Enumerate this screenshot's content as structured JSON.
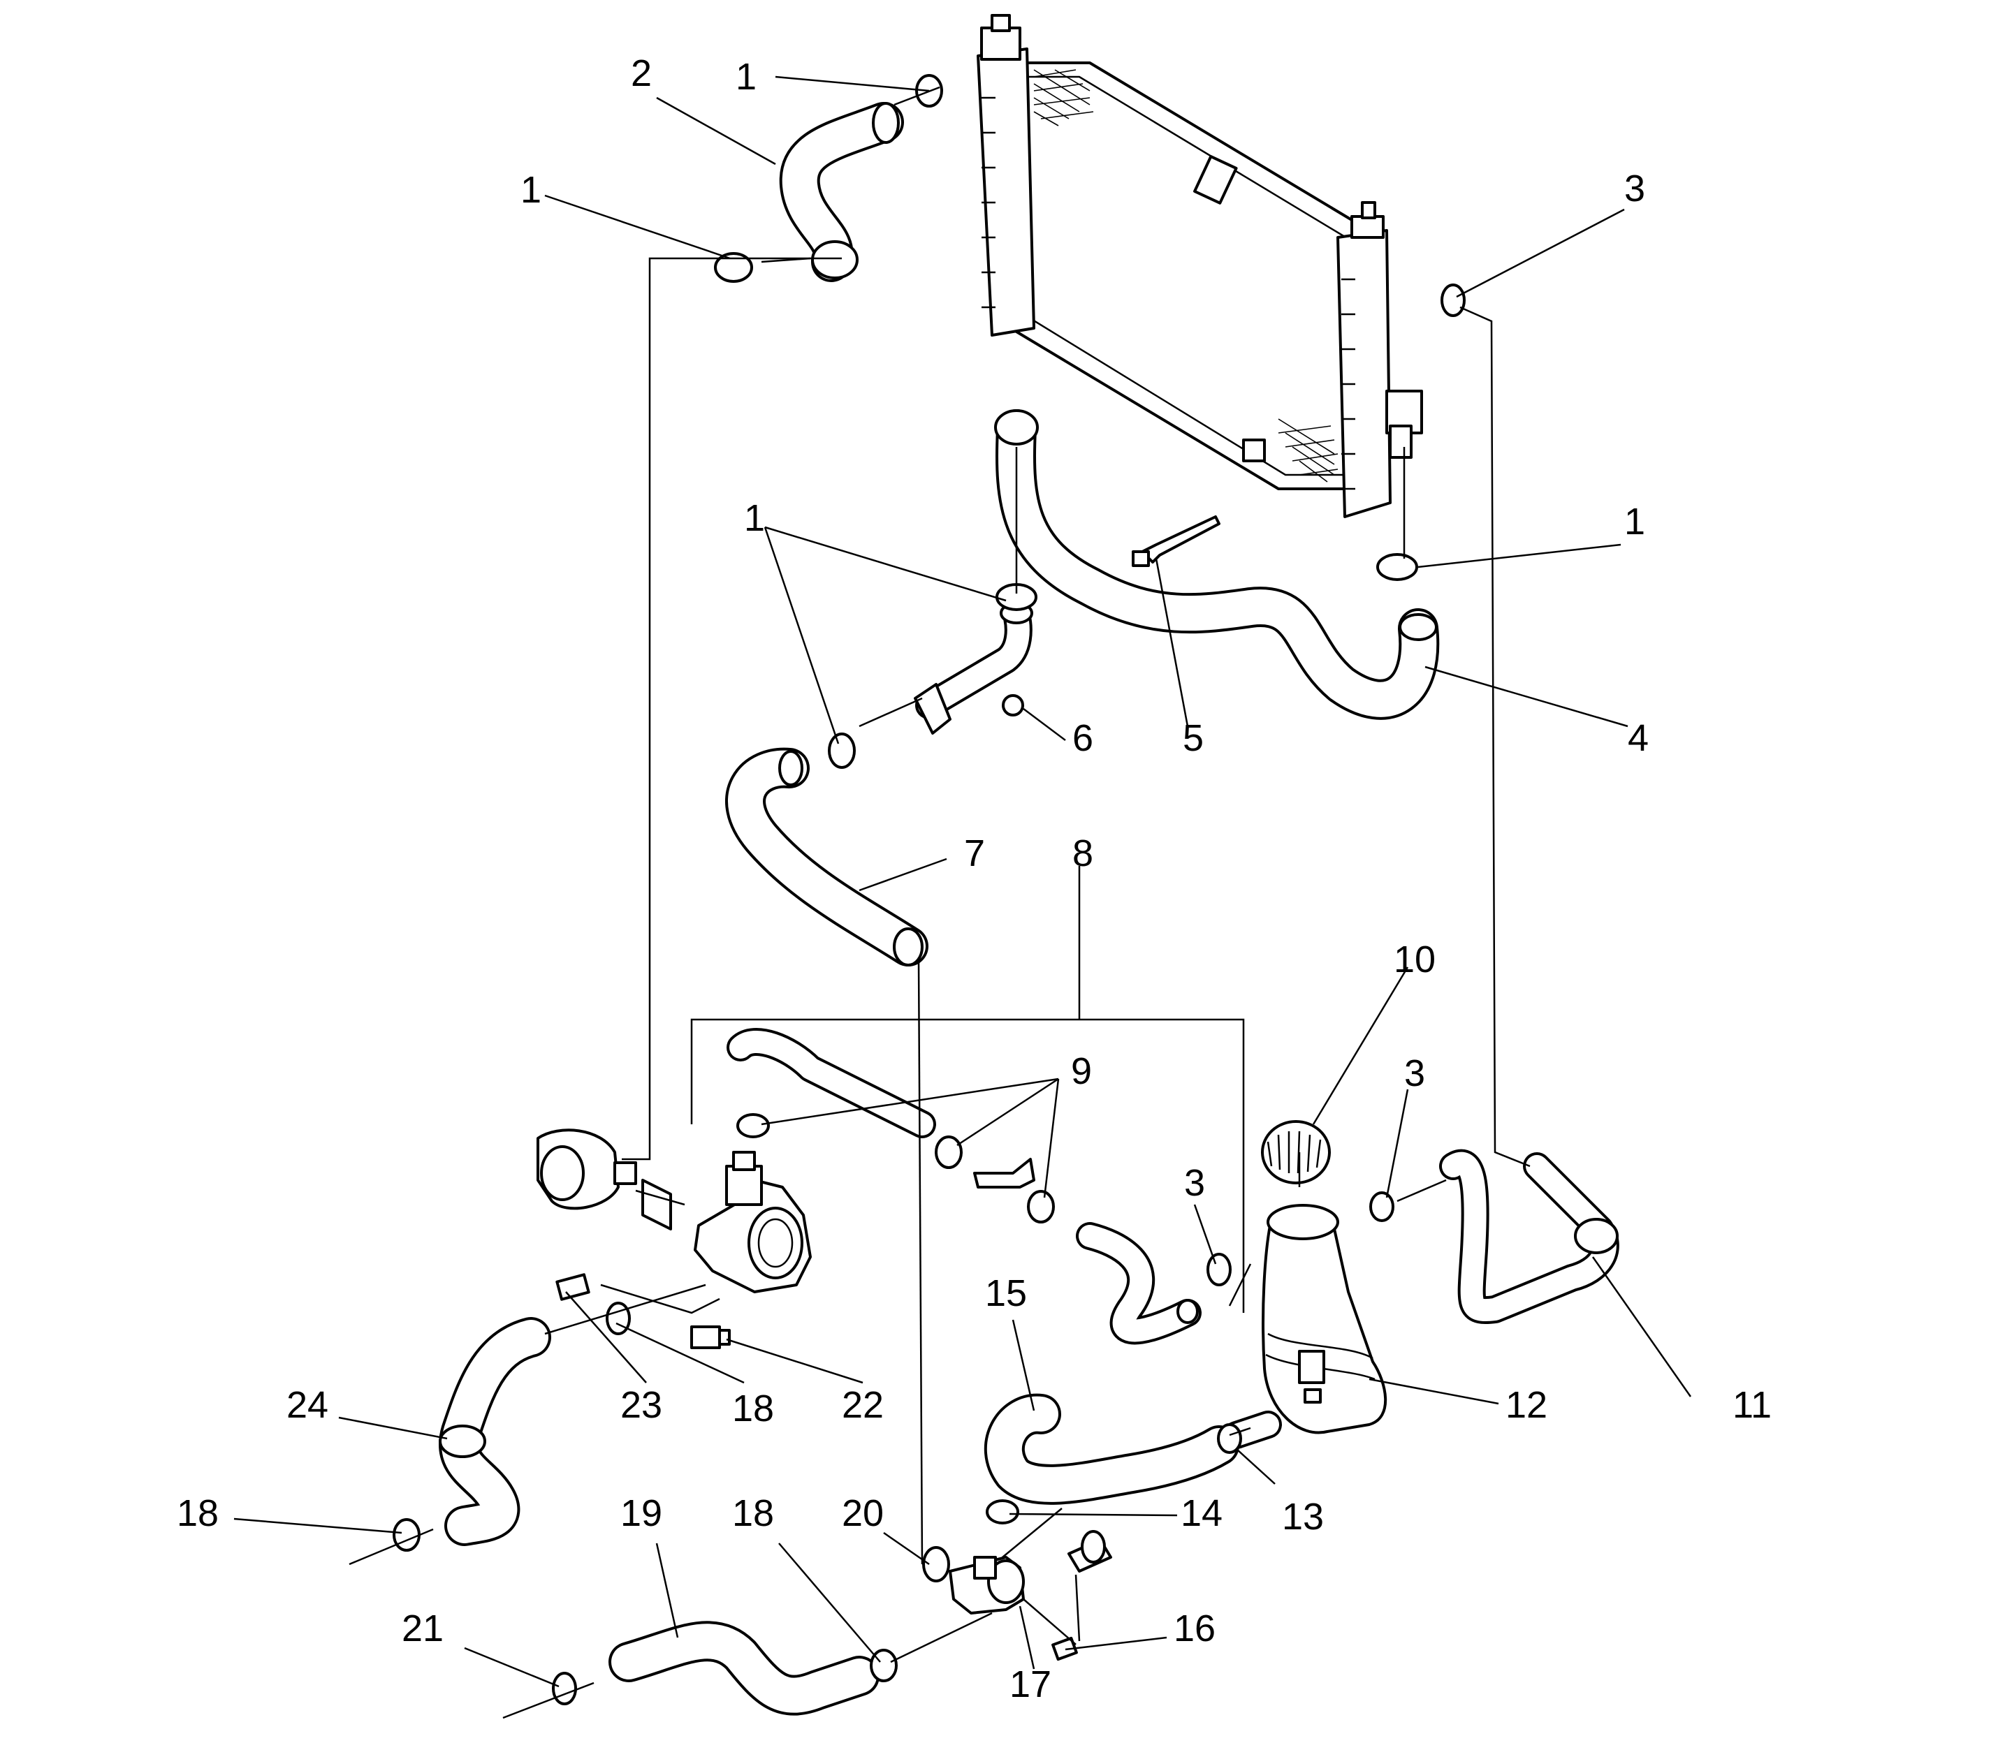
{
  "callouts": [
    "1",
    "2",
    "3",
    "4",
    "5",
    "6",
    "7",
    "8",
    "9",
    "10",
    "11",
    "12",
    "13",
    "14",
    "15",
    "16",
    "17",
    "18",
    "19",
    "20",
    "21",
    "22",
    "23",
    "24"
  ],
  "colors": {
    "line": "#000000",
    "background": "#ffffff"
  }
}
